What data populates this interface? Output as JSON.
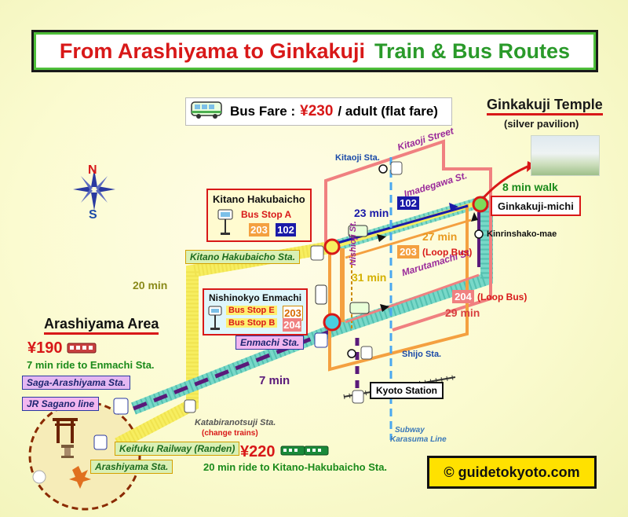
{
  "header": {
    "title_part1": "From Arashiyama to Ginkakuji",
    "title_part2": "Train & Bus Routes"
  },
  "fare": {
    "label": "Bus Fare :",
    "price": "¥230",
    "note": "/ adult (flat fare)"
  },
  "ginkakuji": {
    "title": "Ginkakuji Temple",
    "subtitle": "(silver pavilion)",
    "walk": "8 min walk",
    "stop": "Ginkakuji-michi",
    "kinrinshako": "Kinrinshako-mae"
  },
  "streets": {
    "kitaoji": "Kitaoji Street",
    "imadegawa": "Imadegawa St.",
    "marutamachi": "Marutamachi St.",
    "nishioji": "Nishioji St.",
    "subway": "Subway",
    "subway_line": "Karasuma Line"
  },
  "stations": {
    "kitaoji": "Kitaoji Sta.",
    "shijo": "Shijo Sta.",
    "kyoto": "Kyoto Station",
    "kitano_hakubaicho": "Kitano Hakubaicho Sta.",
    "enmachi": "Enmachi Sta.",
    "saga_arashiyama": "Saga-Arashiyama Sta.",
    "jr_sagano": "JR Sagano line",
    "katabiranotsuji": "Katabiranotsuji Sta.",
    "change_trains": "(change trains)",
    "keifuku": "Keifuku Railway (Randen)",
    "arashiyama": "Arashiyama Sta."
  },
  "callout_kitano": {
    "title": "Kitano Hakubaicho",
    "stop_label": "Bus Stop A",
    "bus1": "203",
    "bus2": "102"
  },
  "callout_nishinokyo": {
    "title": "Nishinokyo Enmachi",
    "stop_e": "Bus Stop E",
    "stop_b": "Bus Stop B",
    "bus_e": "203",
    "bus_b": "204"
  },
  "routes": {
    "time_23": "23 min",
    "bus_102": "102",
    "time_27": "27 min",
    "bus_203": "203",
    "loop_bus": "(Loop Bus)",
    "time_31": "31 min",
    "bus_204": "204",
    "loop_bus_2": "(Loop Bus)",
    "time_29": "29 min",
    "time_20": "20 min",
    "time_7": "7 min"
  },
  "arashiyama": {
    "area_title": "Arashiyama Area",
    "jr_price": "¥190",
    "jr_ride": "7 min ride to Enmachi Sta.",
    "randen_price": "¥220",
    "randen_ride": "20 min ride to Kitano-Hakubaicho Sta."
  },
  "compass": {
    "north": "N",
    "south": "S"
  },
  "credit": "© guidetokyoto.com",
  "colors": {
    "title_red": "#d81818",
    "title_green": "#2a9a2a",
    "route_red": "#f08080",
    "route_orange": "#f4a040",
    "route_blue": "#1a1aa8",
    "jr_line": "#5a1a7a",
    "randen_line": "#f7ee60",
    "subway": "#4aa8f0"
  }
}
